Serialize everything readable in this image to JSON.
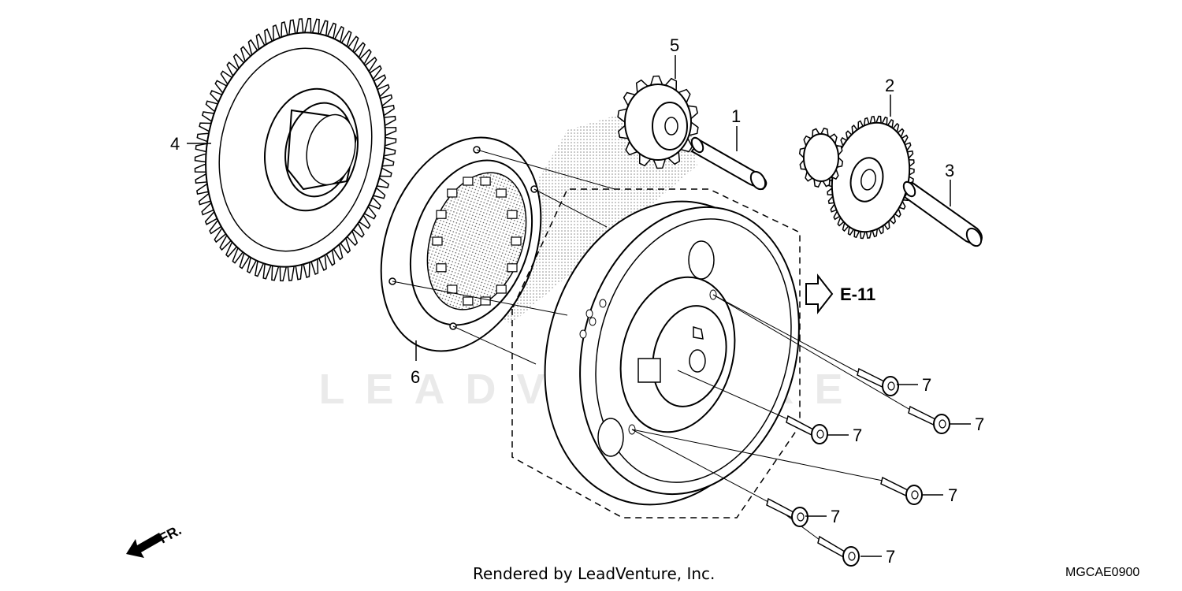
{
  "callouts": {
    "part_1": "1",
    "part_2": "2",
    "part_3": "3",
    "part_4": "4",
    "part_5": "5",
    "part_6": "6",
    "part_7": "7"
  },
  "reference": {
    "label": "E-11"
  },
  "direction": {
    "label": "FR."
  },
  "watermark": "LEADVENTURE",
  "footer": {
    "rendered_by": "Rendered by LeadVenture, Inc.",
    "diagram_code": "MGCAE0900"
  }
}
